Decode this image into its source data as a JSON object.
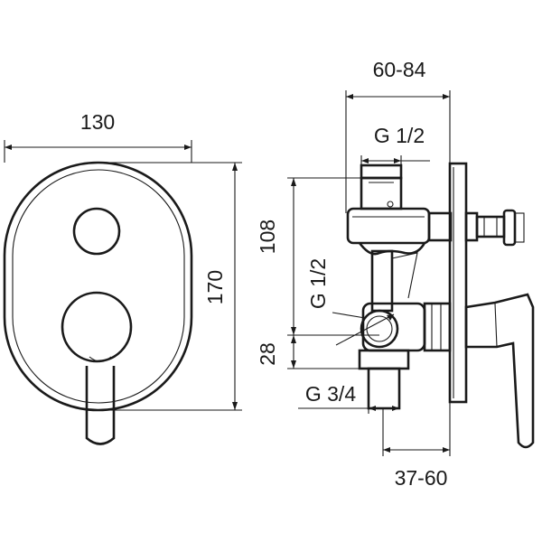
{
  "dimensions": {
    "front_width": "130",
    "front_height": "170",
    "side_depth_range": "60-84",
    "top_thread": "G 1/2",
    "side_thread": "G 1/2",
    "height_108": "108",
    "height_28": "28",
    "bottom_thread": "G 3/4",
    "bottom_depth_range": "37-60"
  },
  "colors": {
    "line": "#1a1a1a",
    "background": "#ffffff"
  }
}
